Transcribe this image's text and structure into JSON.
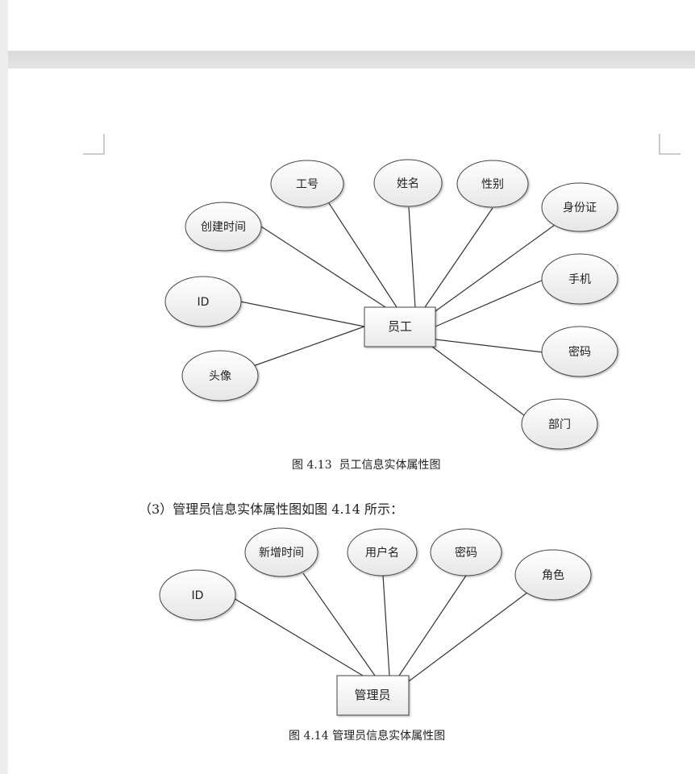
{
  "figure1": {
    "entity": "员工",
    "attributes": [
      "工号",
      "姓名",
      "性别",
      "身份证",
      "创建时间",
      "ID",
      "头像",
      "手机",
      "密码",
      "部门"
    ],
    "caption": "图 4.13  员工信息实体属性图"
  },
  "paragraph": "（3）管理员信息实体属性图如图 4.14 所示：",
  "figure2": {
    "entity": "管理员",
    "attributes": [
      "ID",
      "新增时间",
      "用户名",
      "密码",
      "角色"
    ],
    "caption": "图 4.14 管理员信息实体属性图"
  }
}
